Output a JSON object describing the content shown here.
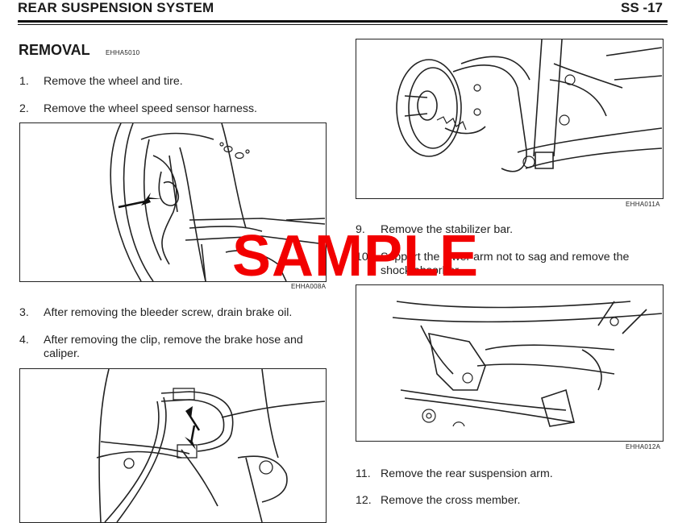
{
  "header": {
    "title": "REAR SUSPENSION SYSTEM",
    "page": "SS -17"
  },
  "section": {
    "title": "REMOVAL",
    "code": "EHHA5010"
  },
  "steps_left": [
    {
      "num": "1.",
      "text": "Remove the wheel and tire."
    },
    {
      "num": "2.",
      "text": "Remove the wheel speed sensor harness."
    },
    {
      "num": "3.",
      "text": "After removing the bleeder screw, drain brake oil."
    },
    {
      "num": "4.",
      "text": "After removing the clip, remove the brake hose and",
      "text2": "caliper."
    }
  ],
  "steps_right": [
    {
      "num": "9.",
      "text": "Remove the stabilizer bar."
    },
    {
      "num": "10.",
      "text": "Support the lower arm not to sag and remove the",
      "text2": "shock absorber."
    },
    {
      "num": "11.",
      "text": "Remove the rear suspension arm."
    },
    {
      "num": "12.",
      "text": "Remove the cross member."
    }
  ],
  "figures": {
    "fig1": "EHHA008A",
    "fig2": "EHHA011A",
    "fig3": "EHHA012A"
  },
  "watermark": "SAMPLE"
}
